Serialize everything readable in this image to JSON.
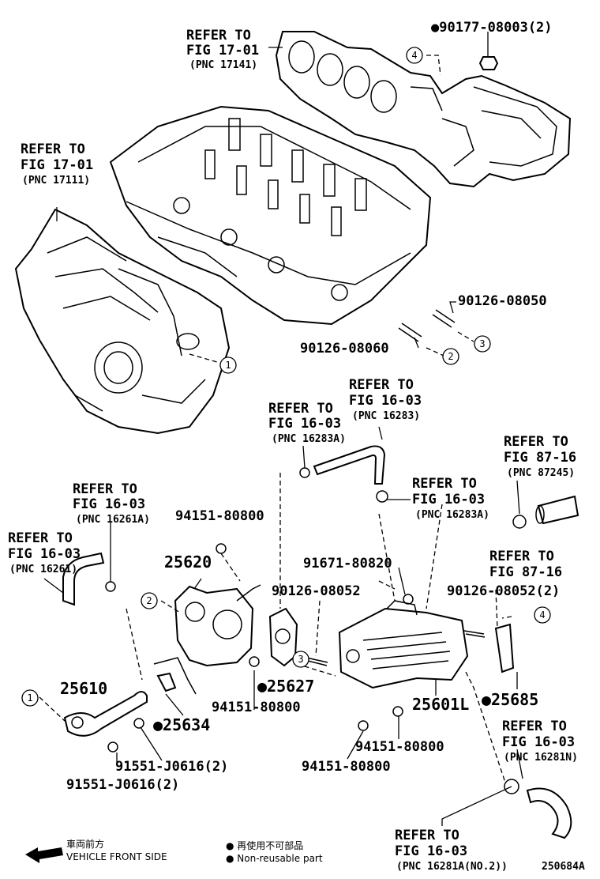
{
  "diagram_code": "250684A",
  "callouts": [
    {
      "id": "ref-17141",
      "lines": [
        "REFER TO",
        "FIG 17-01",
        "(PNC 17141)"
      ]
    },
    {
      "id": "ref-17111",
      "lines": [
        "REFER TO",
        "FIG 17-01",
        "(PNC 17111)"
      ]
    },
    {
      "id": "ref-16283",
      "lines": [
        "REFER TO",
        "FIG 16-03",
        "(PNC 16283)"
      ]
    },
    {
      "id": "ref-16283a-left",
      "lines": [
        "REFER TO",
        "FIG 16-03",
        "(PNC 16283A)"
      ]
    },
    {
      "id": "ref-16283a-right",
      "lines": [
        "REFER TO",
        "FIG 16-03",
        "(PNC 16283A)"
      ]
    },
    {
      "id": "ref-87245",
      "lines": [
        "REFER TO",
        "FIG 87-16",
        "(PNC 87245)"
      ]
    },
    {
      "id": "ref-87-16",
      "lines": [
        "REFER TO",
        "FIG 87-16"
      ]
    },
    {
      "id": "ref-16261a",
      "lines": [
        "REFER TO",
        "FIG 16-03",
        "(PNC 16261A)"
      ]
    },
    {
      "id": "ref-16261",
      "lines": [
        "REFER TO",
        "FIG 16-03",
        "(PNC 16261)"
      ]
    },
    {
      "id": "ref-16281n",
      "lines": [
        "REFER TO",
        "FIG 16-03",
        "(PNC 16281N)"
      ]
    },
    {
      "id": "ref-16281a",
      "lines": [
        "REFER TO",
        "FIG 16-03",
        "(PNC 16281A(NO.2))"
      ]
    }
  ],
  "part_numbers": {
    "p90177": "●90177-08003(2)",
    "p90126_08050": "90126-08050",
    "p90126_08060": "90126-08060",
    "p94151_top": "94151-80800",
    "p25620": "25620",
    "p91671": "91671-80820",
    "p90126_08052": "90126-08052",
    "p90126_08052_2": "90126-08052(2)",
    "p25627": "●25627",
    "p94151_mid": "94151-80800",
    "p25601l": "25601L",
    "p25685": "●25685",
    "p25610": "25610",
    "p25634": "●25634",
    "p94151_low": "94151-80800",
    "p94151_bottom": "94151-80800",
    "p91551_a": "91551-J0616(2)",
    "p91551_b": "91551-J0616(2)"
  },
  "circle_refs": {
    "c1_top": "1",
    "c2_top": "2",
    "c3_top": "3",
    "c4_top": "4",
    "c2_mid": "2",
    "c3_mid": "3",
    "c4_mid": "4",
    "c1_low": "1"
  },
  "legend": {
    "front_jp": "車両前方",
    "front_en": "VEHICLE FRONT SIDE",
    "nonreuse_jp": "● 再使用不可部品",
    "nonreuse_en": "● Non-reusable part"
  }
}
